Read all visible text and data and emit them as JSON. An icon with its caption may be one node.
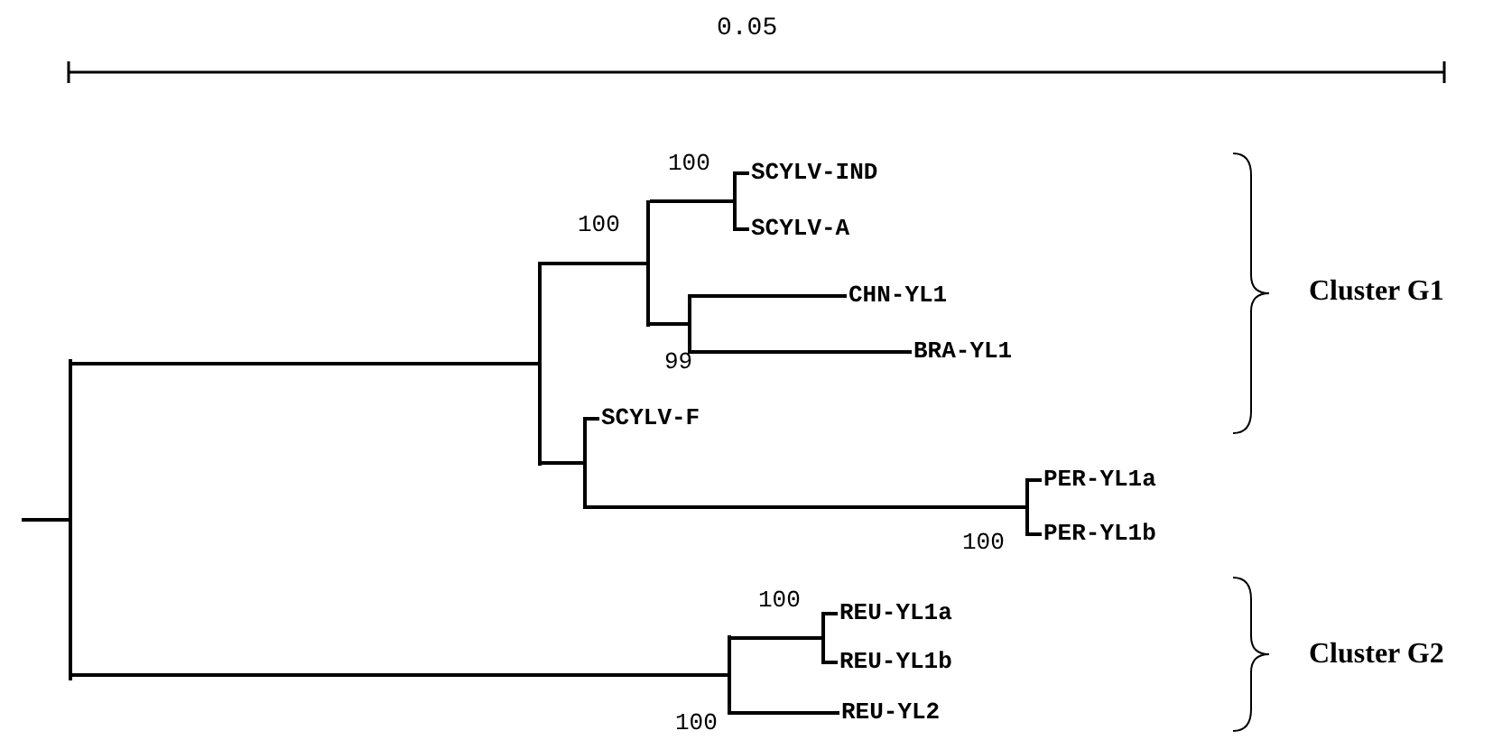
{
  "diagram": {
    "nodes": [
      {
        "text": [],
        "shape": "bar"
      },
      {
        "text": [],
        "shape": "bar"
      },
      {
        "text": [],
        "shape": "bar",
        "beside": [
          "100"
        ]
      },
      {
        "text": [],
        "shape": "bar",
        "beside": [
          "100"
        ]
      },
      {
        "text": [
          "SCYLV-IND"
        ]
      },
      {
        "text": [
          "SCYLV-A"
        ]
      },
      {
        "text": [],
        "shape": "bar",
        "beside": [
          "99"
        ]
      },
      {
        "text": [
          "CHN-YL1"
        ]
      },
      {
        "text": [
          "BRA-YL1"
        ]
      },
      {
        "text": [],
        "shape": "bar"
      },
      {
        "text": [
          "SCYLV-F"
        ]
      },
      {
        "text": [],
        "shape": "bar",
        "beside": [
          "100"
        ]
      },
      {
        "text": [
          "PER-YL1a"
        ]
      },
      {
        "text": [
          "PER-YL1b"
        ]
      },
      {
        "text": [],
        "shape": "bar",
        "beside": [
          "100"
        ]
      },
      {
        "text": [],
        "shape": "bar",
        "beside": [
          "100"
        ]
      },
      {
        "text": [
          "REU-YL1a"
        ]
      },
      {
        "text": [
          "REU-YL1b"
        ]
      },
      {
        "text": [
          "REU-YL2"
        ]
      }
    ],
    "edges": [
      {
        "from": null,
        "to": 0,
        "arrow": "none"
      },
      {
        "from": 0,
        "to": 1,
        "arrow": "none"
      },
      {
        "from": 0,
        "to": 14,
        "arrow": "none"
      },
      {
        "from": 1,
        "to": 2,
        "arrow": "none"
      },
      {
        "from": 1,
        "to": 9,
        "arrow": "none"
      },
      {
        "from": 2,
        "to": 3,
        "arrow": "none"
      },
      {
        "from": 2,
        "to": 6,
        "arrow": "none"
      },
      {
        "from": 3,
        "to": 4,
        "arrow": "none"
      },
      {
        "from": 3,
        "to": 5,
        "arrow": "none"
      },
      {
        "from": 6,
        "to": 7,
        "arrow": "none"
      },
      {
        "from": 6,
        "to": 8,
        "arrow": "none"
      },
      {
        "from": 9,
        "to": 10,
        "arrow": "none"
      },
      {
        "from": 9,
        "to": 11,
        "arrow": "none"
      },
      {
        "from": 11,
        "to": 12,
        "arrow": "none"
      },
      {
        "from": 11,
        "to": 13,
        "arrow": "none"
      },
      {
        "from": 14,
        "to": 15,
        "arrow": "none"
      },
      {
        "from": 14,
        "to": 18,
        "arrow": "none"
      },
      {
        "from": 15,
        "to": 16,
        "arrow": "none"
      },
      {
        "from": 15,
        "to": 17,
        "arrow": "none"
      }
    ],
    "labels": [
      "0.05",
      "Cluster G1",
      "Cluster G2"
    ]
  }
}
